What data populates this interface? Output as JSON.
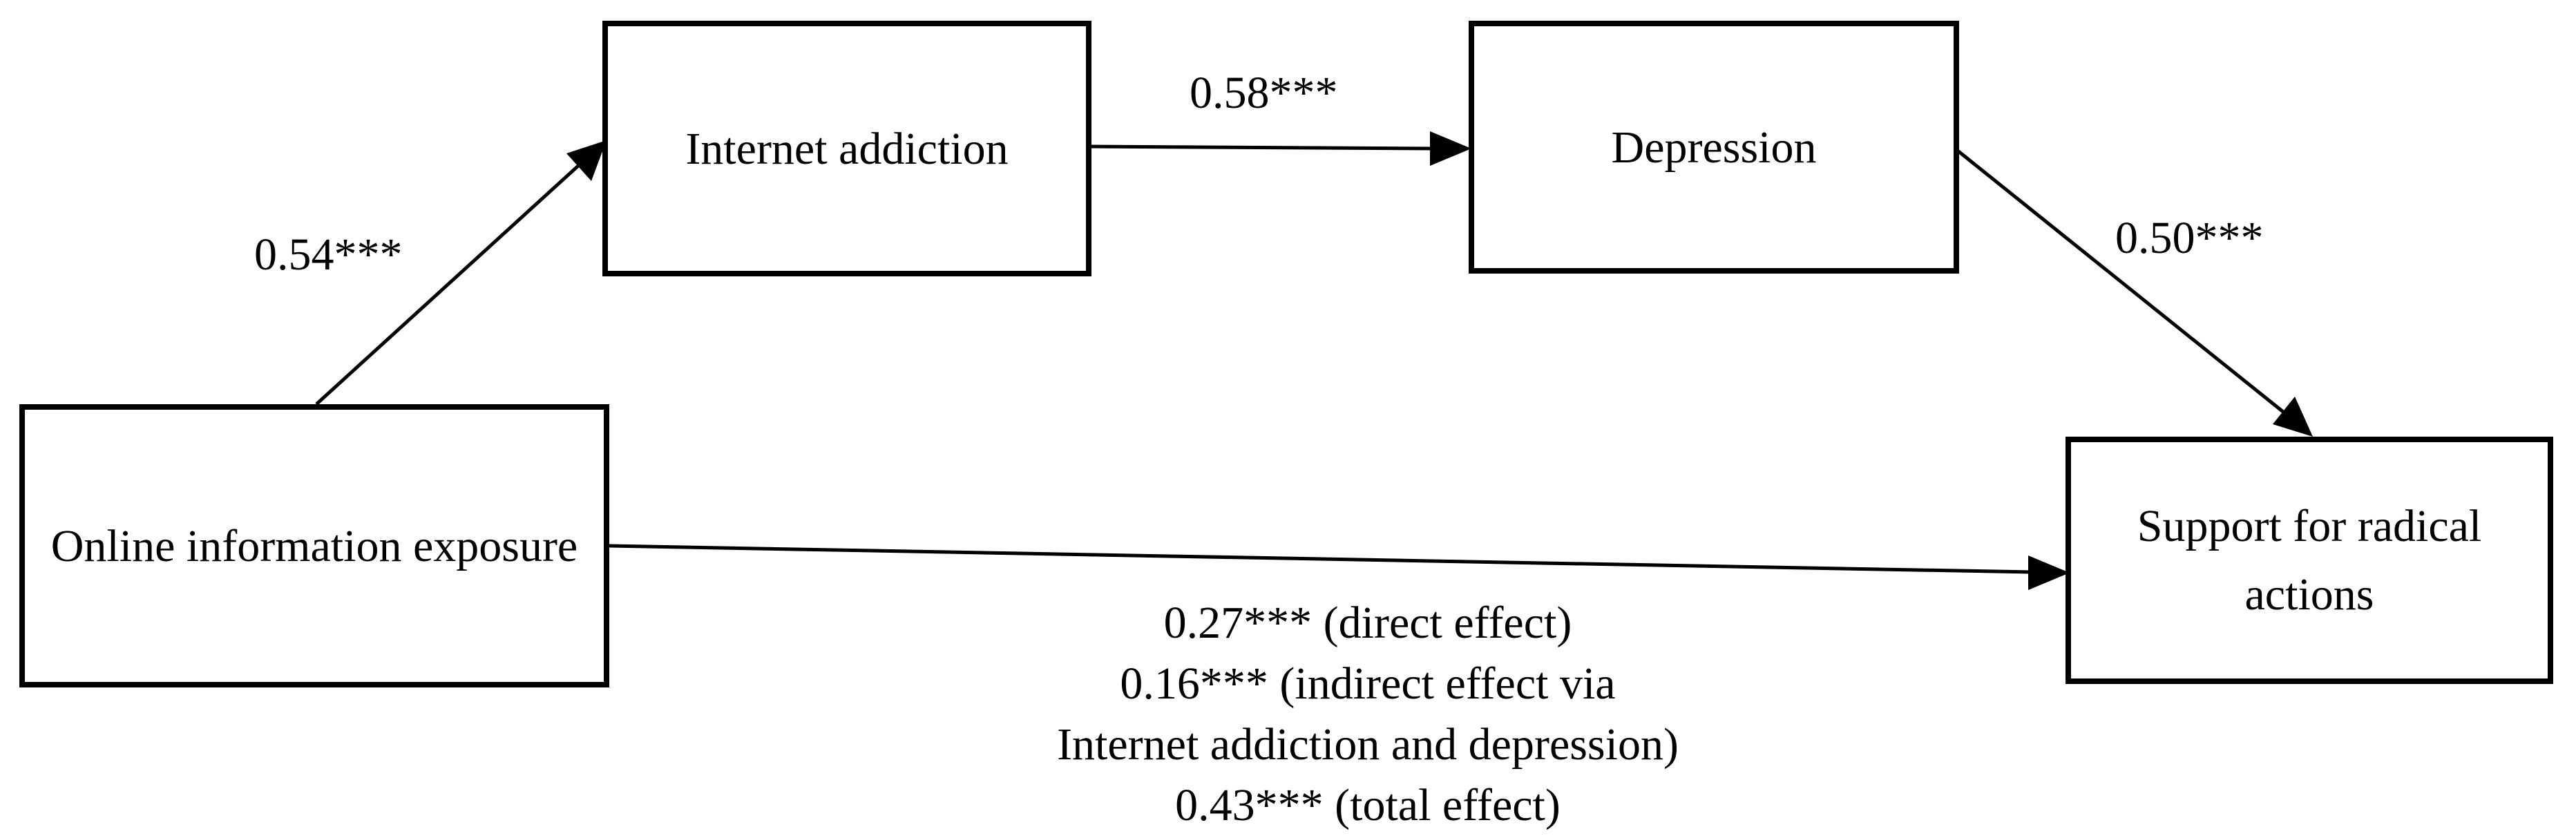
{
  "nodes": {
    "exposure": "Online information exposure",
    "addiction": "Internet addiction",
    "depression": "Depression",
    "support": "Support for radical actions"
  },
  "edges": {
    "exposure_to_addiction": "0.54***",
    "addiction_to_depression": "0.58***",
    "depression_to_support": "0.50***"
  },
  "effects": [
    "0.27*** (direct effect)",
    "0.16*** (indirect effect via",
    "Internet addiction and depression)",
    "0.43*** (total effect)"
  ]
}
